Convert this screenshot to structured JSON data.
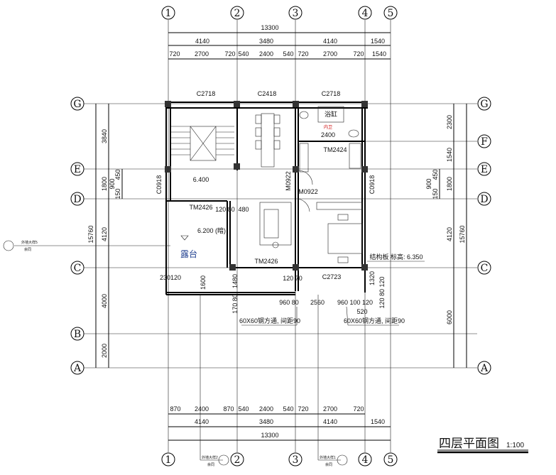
{
  "title": {
    "name": "四层平面图",
    "scale": "1:100"
  },
  "axes": {
    "columns": [
      "1",
      "2",
      "3",
      "4",
      "5"
    ],
    "rows": [
      "G",
      "F",
      "E",
      "D",
      "C",
      "B",
      "A"
    ]
  },
  "top_dims": {
    "total": "13300",
    "bays": [
      "4140",
      "3480",
      "4140",
      "1540"
    ],
    "details": [
      "720",
      "2700",
      "720",
      "540",
      "2400",
      "540",
      "720",
      "2700",
      "720",
      "1540"
    ]
  },
  "bottom_dims": {
    "total": "13300",
    "bays": [
      "4140",
      "3480",
      "4140",
      "1540"
    ],
    "details": [
      "870",
      "2400",
      "870",
      "540",
      "2400",
      "540",
      "720",
      "2700",
      "720"
    ]
  },
  "left_dims": {
    "total": "15760",
    "bays": [
      "3840",
      "1800",
      "4120",
      "4000",
      "2000"
    ],
    "details": [
      "450",
      "900",
      "150"
    ]
  },
  "right_dims": {
    "total": "15760",
    "bays": [
      "2300",
      "1540",
      "1800",
      "4120",
      "6000"
    ],
    "details": [
      "450",
      "900",
      "150"
    ]
  },
  "labels": {
    "w_c2718_a": "C2718",
    "w_c2418": "C2418",
    "w_c2718_b": "C2718",
    "bathtub": "浴缸",
    "bathroom": "内卫",
    "bath_dim": "2400",
    "tm2424": "TM2424",
    "m0922_a": "M0922",
    "m0922_b": "M0922",
    "c0918_a": "C0918",
    "c0918_b": "C0918",
    "level_640": "6.400",
    "tm2426_a": "TM2426",
    "d12080": "120 80",
    "d480": "480",
    "level_620": "6.200 (暗)",
    "terrace": "露台",
    "tm2426_b": "TM2426",
    "slab_level": "结构板 标高: 6.350",
    "c2723": "C2723",
    "d230120": "230120",
    "d1600": "1600",
    "d1480": "1480",
    "d12070": "120 70",
    "d17080": "170 80",
    "d96080": "960 80",
    "d2560": "2560",
    "d960100120": "960 100 120",
    "d520": "520",
    "d1320": "1320",
    "d12080120": "120 80 120",
    "steel_a": "60X60钢方通, 间距90",
    "steel_b": "60X60钢方通, 间距90"
  },
  "detail_refs": [
    {
      "text": "外墙大样5",
      "sub": "余同"
    },
    {
      "text": "外墙大样2",
      "sub": "余同"
    },
    {
      "text": "外墙大样1",
      "sub": "余同"
    }
  ]
}
